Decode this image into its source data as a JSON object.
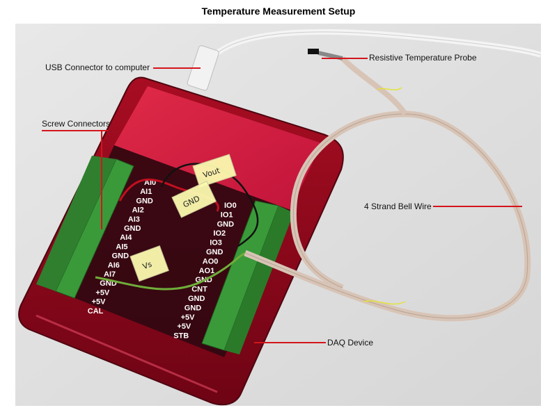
{
  "title": "Temperature Measurement Setup",
  "annotations": {
    "usb": "USB Connector to computer",
    "probe": "Resistive Temperature Probe",
    "screw": "Screw Connectors",
    "bell_wire": "4 Strand Bell Wire",
    "daq": "DAQ Device"
  },
  "tape_labels": {
    "vout": "Vout",
    "gnd": "GND",
    "vs": "Vs"
  },
  "left_pins": [
    "AI0",
    "AI1",
    "GND",
    "AI2",
    "AI3",
    "GND",
    "AI4",
    "AI5",
    "GND",
    "AI6",
    "AI7",
    "GND",
    "+5V",
    "+5V",
    "CAL"
  ],
  "right_pins": [
    "IO0",
    "IO1",
    "GND",
    "IO2",
    "IO3",
    "GND",
    "AO0",
    "AO1",
    "GND",
    "CNT",
    "GND",
    "GND",
    "+5V",
    "+5V",
    "STB"
  ],
  "colors": {
    "annotation_line": "#d4141b",
    "device_body": "#c0102a",
    "terminal": "#3a9a3a",
    "cable": "#d8c4b6"
  }
}
